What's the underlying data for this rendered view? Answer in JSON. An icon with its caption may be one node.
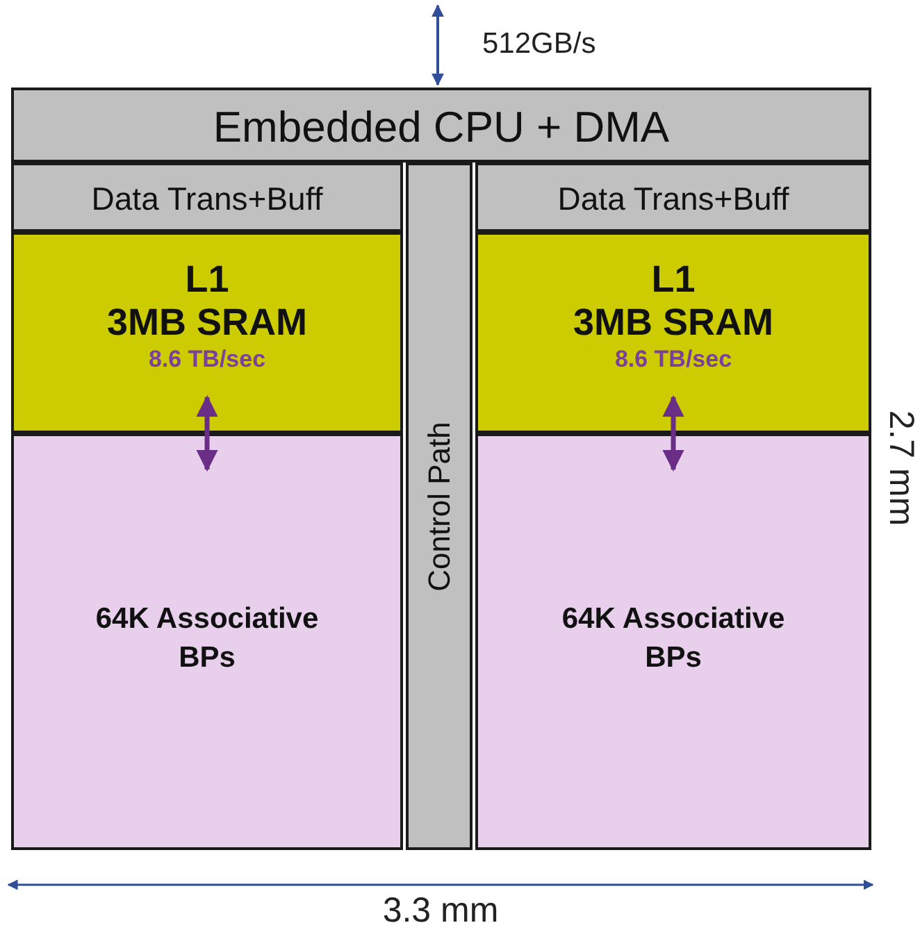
{
  "diagram": {
    "nodes": [
      {
        "text": [
          "Embedded CPU + DMA"
        ]
      },
      {
        "text": [
          "Data Trans+Buff"
        ]
      },
      {
        "text": [
          "L1",
          "3MB SRAM",
          "8.6 TB/sec"
        ]
      },
      {
        "text": [
          "64K Associative BPs"
        ]
      },
      {
        "text": [
          "Control Path"
        ]
      },
      {
        "text": [
          "Data Trans+Buff"
        ]
      },
      {
        "text": [
          "L1",
          "3MB SRAM",
          "8.6 TB/sec"
        ]
      },
      {
        "text": [
          "64K Associative BPs"
        ]
      }
    ],
    "edges": [
      {
        "from": null,
        "to": 0,
        "arrow": "both",
        "label": "512GB/s",
        "color": "#2f4e97"
      },
      {
        "from": 2,
        "to": 3,
        "arrow": "both",
        "color": "#6b2e86"
      },
      {
        "from": 6,
        "to": 7,
        "arrow": "both",
        "color": "#6b2e86"
      }
    ],
    "labels": [
      "2.7 mm",
      "3.3 mm"
    ]
  }
}
